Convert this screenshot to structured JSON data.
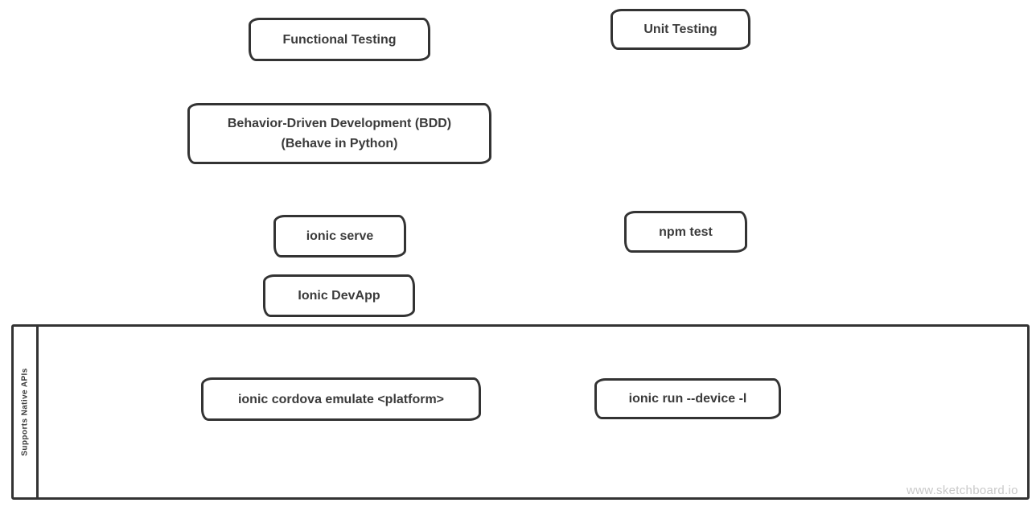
{
  "nodes": {
    "functional_testing": {
      "label": "Functional Testing"
    },
    "unit_testing": {
      "label": "Unit Testing"
    },
    "bdd": {
      "line1": "Behavior-Driven Development (BDD)",
      "line2": "(Behave in Python)"
    },
    "ionic_serve": {
      "label": "ionic serve"
    },
    "npm_test": {
      "label": "npm test"
    },
    "ionic_devapp": {
      "label": "Ionic DevApp"
    },
    "ionic_cordova_emulate": {
      "label": "ionic cordova emulate <platform>"
    },
    "ionic_run_device": {
      "label": "ionic run --device -l"
    }
  },
  "container": {
    "label": "Supports Native APIs"
  },
  "watermark": {
    "text": "www.sketchboard.io"
  },
  "colors": {
    "border": "#333333",
    "text": "#3b3b3b",
    "watermark": "#c9c9c9",
    "background": "#ffffff"
  }
}
